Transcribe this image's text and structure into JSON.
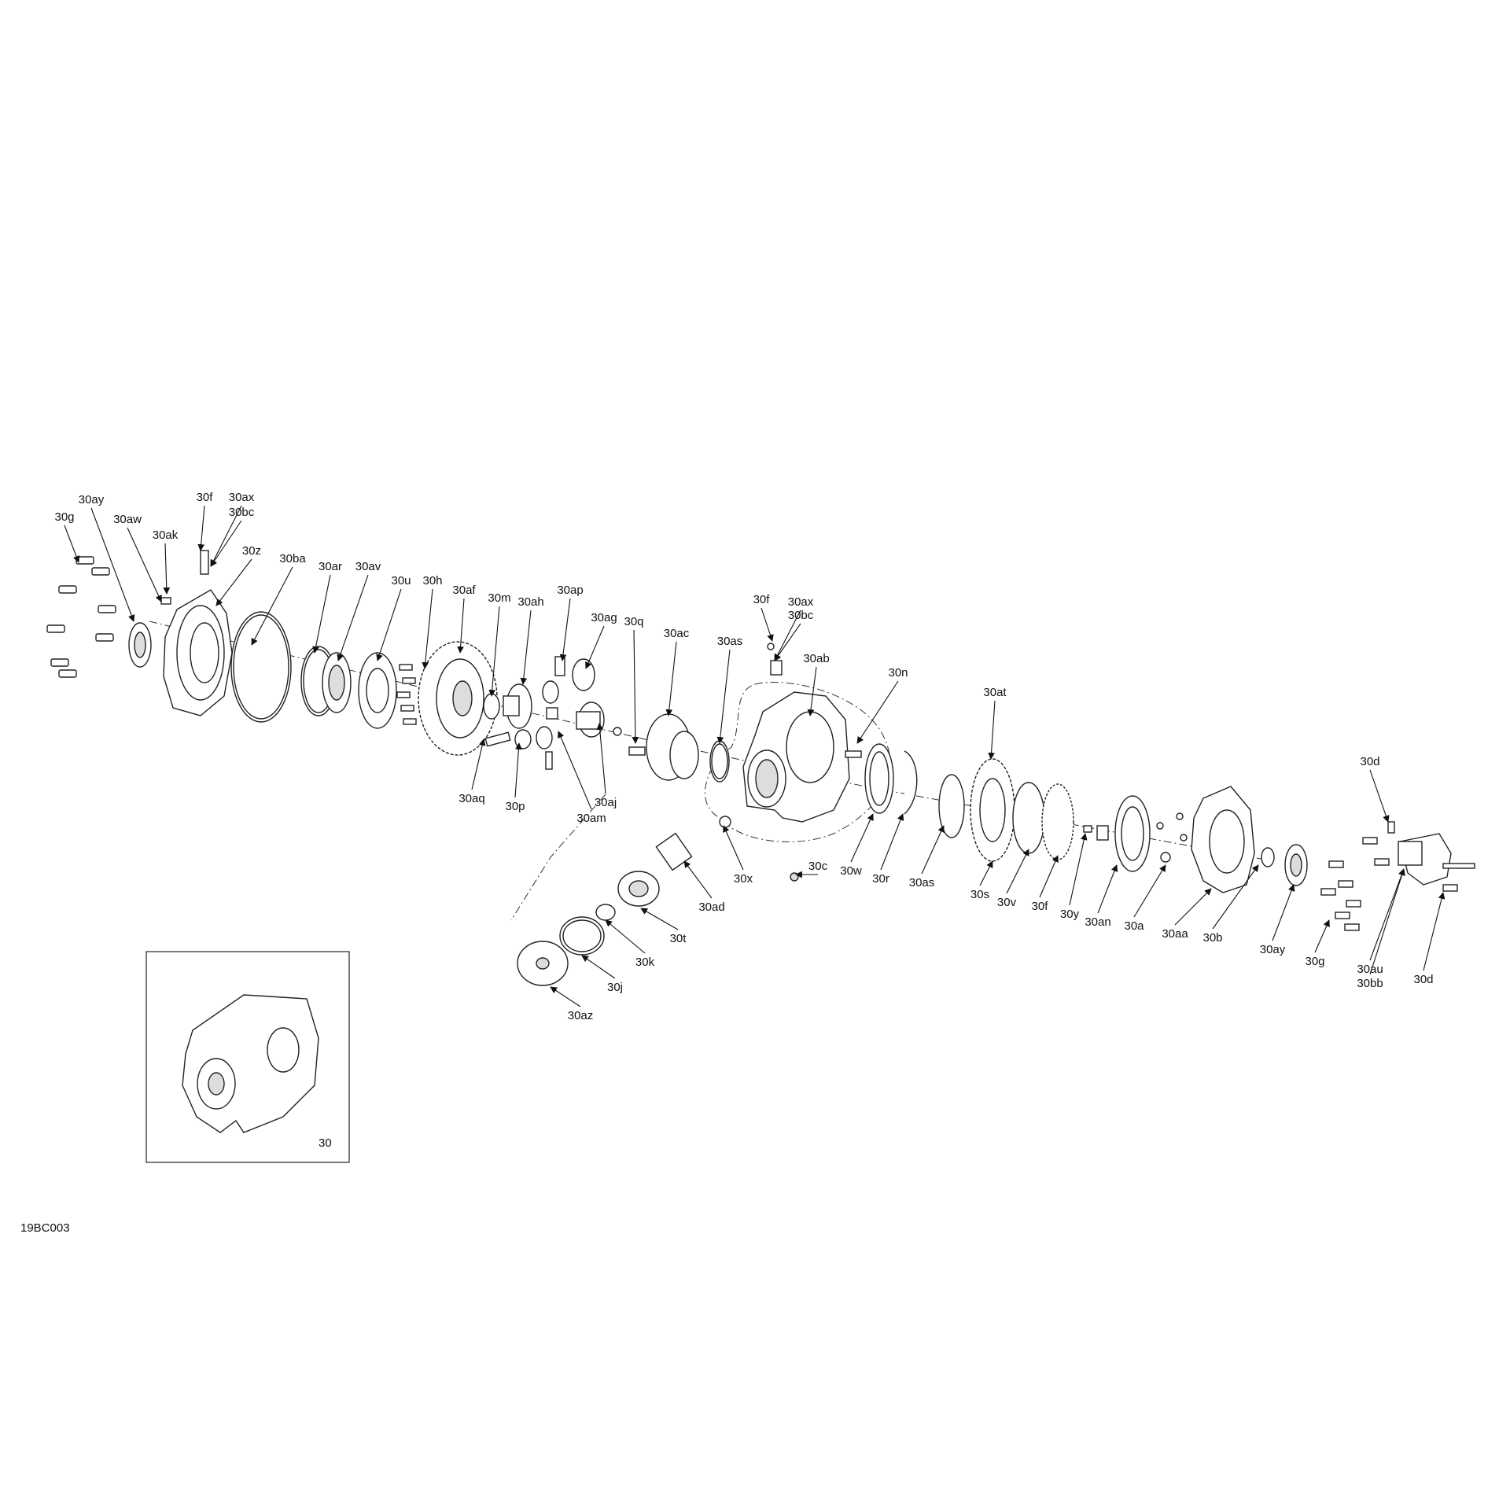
{
  "diagram": {
    "figure_code": "19BC003",
    "inset_label": "30",
    "callouts": [
      "30g",
      "30ay",
      "30aw",
      "30ak",
      "30f",
      "30ax",
      "30bc",
      "30z",
      "30ba",
      "30ar",
      "30av",
      "30u",
      "30h",
      "30af",
      "30m",
      "30ah",
      "30ap",
      "30ag",
      "30q",
      "30ac",
      "30aq",
      "30p",
      "30am",
      "30aj",
      "30f",
      "30ax",
      "30bc",
      "30ab",
      "30as",
      "30n",
      "30at",
      "30x",
      "30ad",
      "30c",
      "30w",
      "30r",
      "30as",
      "30s",
      "30v",
      "30f",
      "30y",
      "30an",
      "30a",
      "30aa",
      "30b",
      "30ay",
      "30g",
      "30d",
      "30au",
      "30bb",
      "30d",
      "30t",
      "30k",
      "30j",
      "30az"
    ]
  }
}
